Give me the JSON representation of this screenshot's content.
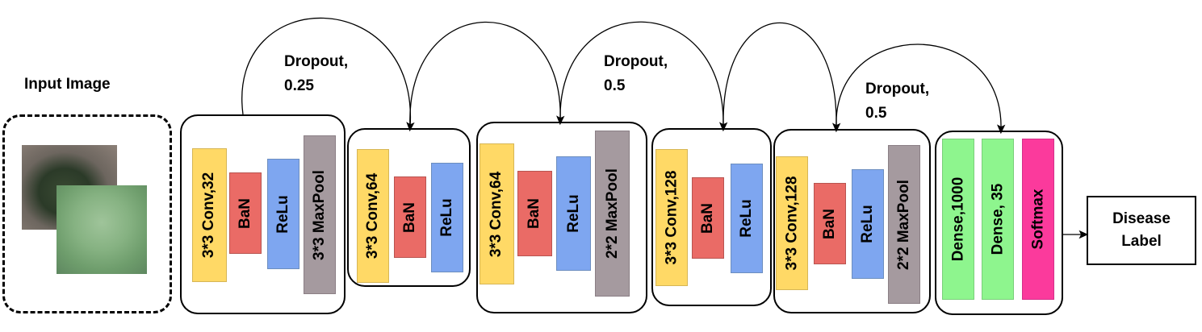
{
  "input": {
    "title": "Input Image"
  },
  "dropouts": [
    "Dropout,\n0.25",
    "Dropout,\n0.5",
    "Dropout,\n0.5"
  ],
  "blocks": [
    {
      "layers": [
        {
          "label": "3*3 Conv,32",
          "color": "yellow"
        },
        {
          "label": "BaN",
          "color": "red"
        },
        {
          "label": "ReLu",
          "color": "blue"
        },
        {
          "label": "3*3 MaxPool",
          "color": "gray"
        }
      ]
    },
    {
      "layers": [
        {
          "label": "3*3 Conv,64",
          "color": "yellow"
        },
        {
          "label": "BaN",
          "color": "red"
        },
        {
          "label": "ReLu",
          "color": "blue"
        }
      ]
    },
    {
      "layers": [
        {
          "label": "3*3 Conv,64",
          "color": "yellow"
        },
        {
          "label": "BaN",
          "color": "red"
        },
        {
          "label": "ReLu",
          "color": "blue"
        },
        {
          "label": "2*2 MaxPool",
          "color": "gray"
        }
      ]
    },
    {
      "layers": [
        {
          "label": "3*3 Conv,128",
          "color": "yellow"
        },
        {
          "label": "BaN",
          "color": "red"
        },
        {
          "label": "ReLu",
          "color": "blue"
        }
      ]
    },
    {
      "layers": [
        {
          "label": "3*3 Conv,128",
          "color": "yellow"
        },
        {
          "label": "BaN",
          "color": "red"
        },
        {
          "label": "ReLu",
          "color": "blue"
        },
        {
          "label": "2*2 MaxPool",
          "color": "gray"
        }
      ]
    },
    {
      "layers": [
        {
          "label": "Dense,1000",
          "color": "green"
        },
        {
          "label": "Dense, 35",
          "color": "green"
        },
        {
          "label": "Softmax",
          "color": "pink"
        }
      ]
    }
  ],
  "output": {
    "label": "Disease\nLabel"
  },
  "colors": {
    "yellow": "#ffd966",
    "red": "#ea6b66",
    "blue": "#7ea6f0",
    "gray": "#a59a9f",
    "green": "#8ef58e",
    "pink": "#fb3a9c"
  }
}
